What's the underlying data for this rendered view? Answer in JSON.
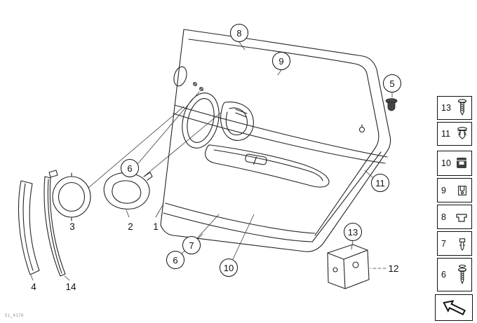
{
  "meta": {
    "code": "51_4178"
  },
  "callouts": {
    "c8": "8",
    "c9": "9",
    "c5": "5",
    "c6a": "6",
    "c6b": "6",
    "c7": "7",
    "c10": "10",
    "c11": "11",
    "c13": "13"
  },
  "part_labels": {
    "p1": "1",
    "p2": "2",
    "p3": "3",
    "p4": "4",
    "p14": "14",
    "p12": "12"
  },
  "legend": {
    "rows": [
      {
        "number": "13",
        "icon": "screw-icon"
      },
      {
        "number": "11",
        "icon": "expansion-rivet-icon"
      },
      {
        "number": "10",
        "icon": "clip-nut-icon"
      },
      {
        "number": "9",
        "icon": "spring-clip-icon"
      },
      {
        "number": "8",
        "icon": "flat-clip-icon"
      },
      {
        "number": "7",
        "icon": "snap-fastener-icon"
      },
      {
        "number": "6",
        "icon": "screw-washer-icon"
      }
    ],
    "nav_icon": "back-arrow-icon"
  },
  "colors": {
    "line": "#242424",
    "dark_part": "#444444",
    "background": "#ffffff"
  }
}
